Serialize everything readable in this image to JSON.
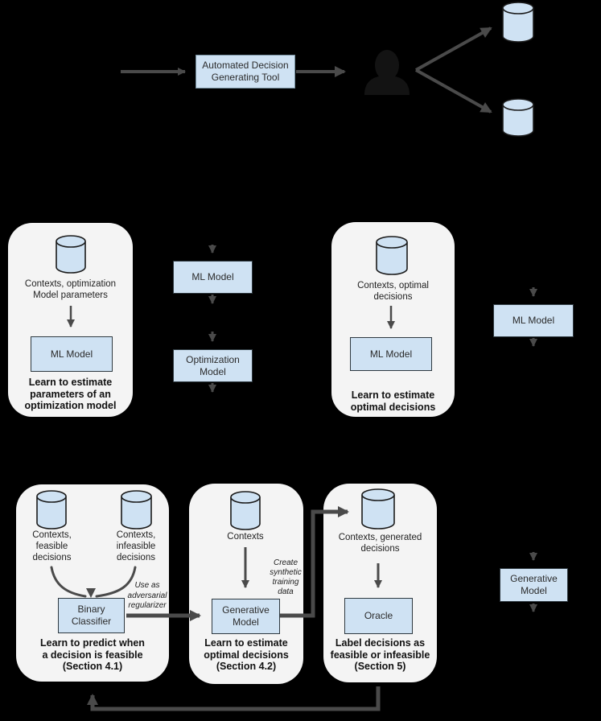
{
  "colors": {
    "background": "#000000",
    "panel_fill": "#f4f4f4",
    "node_fill": "#cfe2f3",
    "node_border": "#2e3940",
    "arrow": "#4a4a4a",
    "person": "#131313"
  },
  "icons": {
    "database": "database-icon (light blue cylinder)",
    "person": "person-icon (dark silhouette)"
  },
  "top_flow": {
    "tool_label": "Automated Decision\nGenerating Tool"
  },
  "middle_row": {
    "panel_estimate_parameters": {
      "data_label": "Contexts, optimization\nModel parameters",
      "model_label": "ML Model",
      "caption": "Learn to estimate\nparameters of an\noptimization model"
    },
    "pipeline_two_stage": {
      "ml_model_label": "ML Model",
      "optimization_model_label": "Optimization\nModel"
    },
    "panel_estimate_decisions": {
      "data_label": "Contexts, optimal\ndecisions",
      "model_label": "ML Model",
      "caption": "Learn to estimate\noptimal decisions"
    },
    "pipeline_single": {
      "ml_model_label": "ML Model"
    }
  },
  "bottom_row": {
    "panel_feasibility": {
      "data_label_left": "Contexts,\nfeasible\ndecisions",
      "data_label_right": "Contexts,\ninfeasible\ndecisions",
      "model_label": "Binary\nClassifier",
      "caption": "Learn to predict when\na decision is feasible\n(Section 4.1)"
    },
    "annotation_adversarial": "Use as\nadversarial\nregularizer",
    "panel_generative": {
      "data_label": "Contexts",
      "annotation": "Create\nsynthetic\ntraining\ndata",
      "model_label": "Generative\nModel",
      "caption": "Learn to estimate\noptimal decisions\n(Section 4.2)"
    },
    "panel_oracle": {
      "data_label": "Contexts, generated\ndecisions",
      "model_label": "Oracle",
      "caption": "Label decisions as\nfeasible or infeasible\n(Section 5)"
    },
    "pipeline_generative": {
      "model_label": "Generative\nModel"
    }
  }
}
